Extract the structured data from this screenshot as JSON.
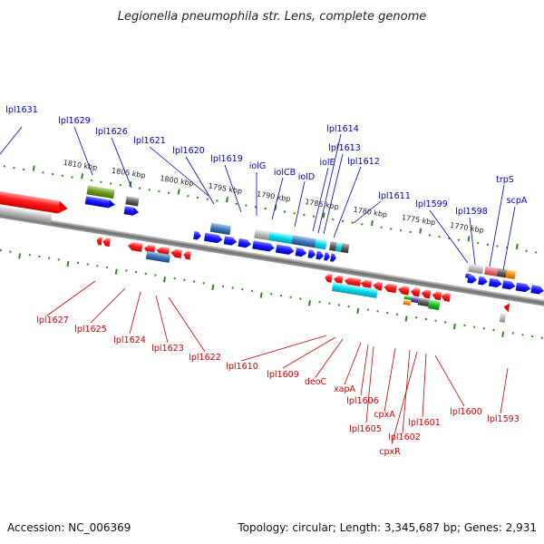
{
  "title": "Legionella pneumophila str. Lens, complete genome",
  "footer": {
    "accession": "Accession: NC_006369",
    "summary": "Topology: circular; Length: 3,345,687 bp; Genes: 2,931"
  },
  "colors": {
    "forward": "#0000ee",
    "reverse": "#ee0000",
    "backbone": "#7a7a7a",
    "tick": "#2a8a1a",
    "top_label": "#0000bb",
    "bottom_label": "#cc0000"
  },
  "kbp_labels": [
    "1810 kbp",
    "1805 kbp",
    "1800 kbp",
    "1795 kbp",
    "1790 kbp",
    "1785 kbp",
    "1780 kbp",
    "1775 kbp",
    "1770 kbp"
  ],
  "top_genes": [
    "lpl1631",
    "lpl1629",
    "lpl1626",
    "lpl1621",
    "lpl1620",
    "lpl1619",
    "iolG",
    "iolCB",
    "iolD",
    "iolE",
    "lpl1614",
    "lpl1613",
    "lpl1612",
    "lpl1611",
    "lpl1599",
    "lpl1598",
    "trpS",
    "scpA"
  ],
  "bottom_genes": [
    "lpl1627",
    "lpl1625",
    "lpl1624",
    "lpl1623",
    "lpl1622",
    "lpl1610",
    "lpl1609",
    "deoC",
    "xapA",
    "lpl1606",
    "lpl1605",
    "cpxA",
    "lpl1602",
    "cpxR",
    "lpl1601",
    "lpl1600",
    "lpl1593"
  ]
}
